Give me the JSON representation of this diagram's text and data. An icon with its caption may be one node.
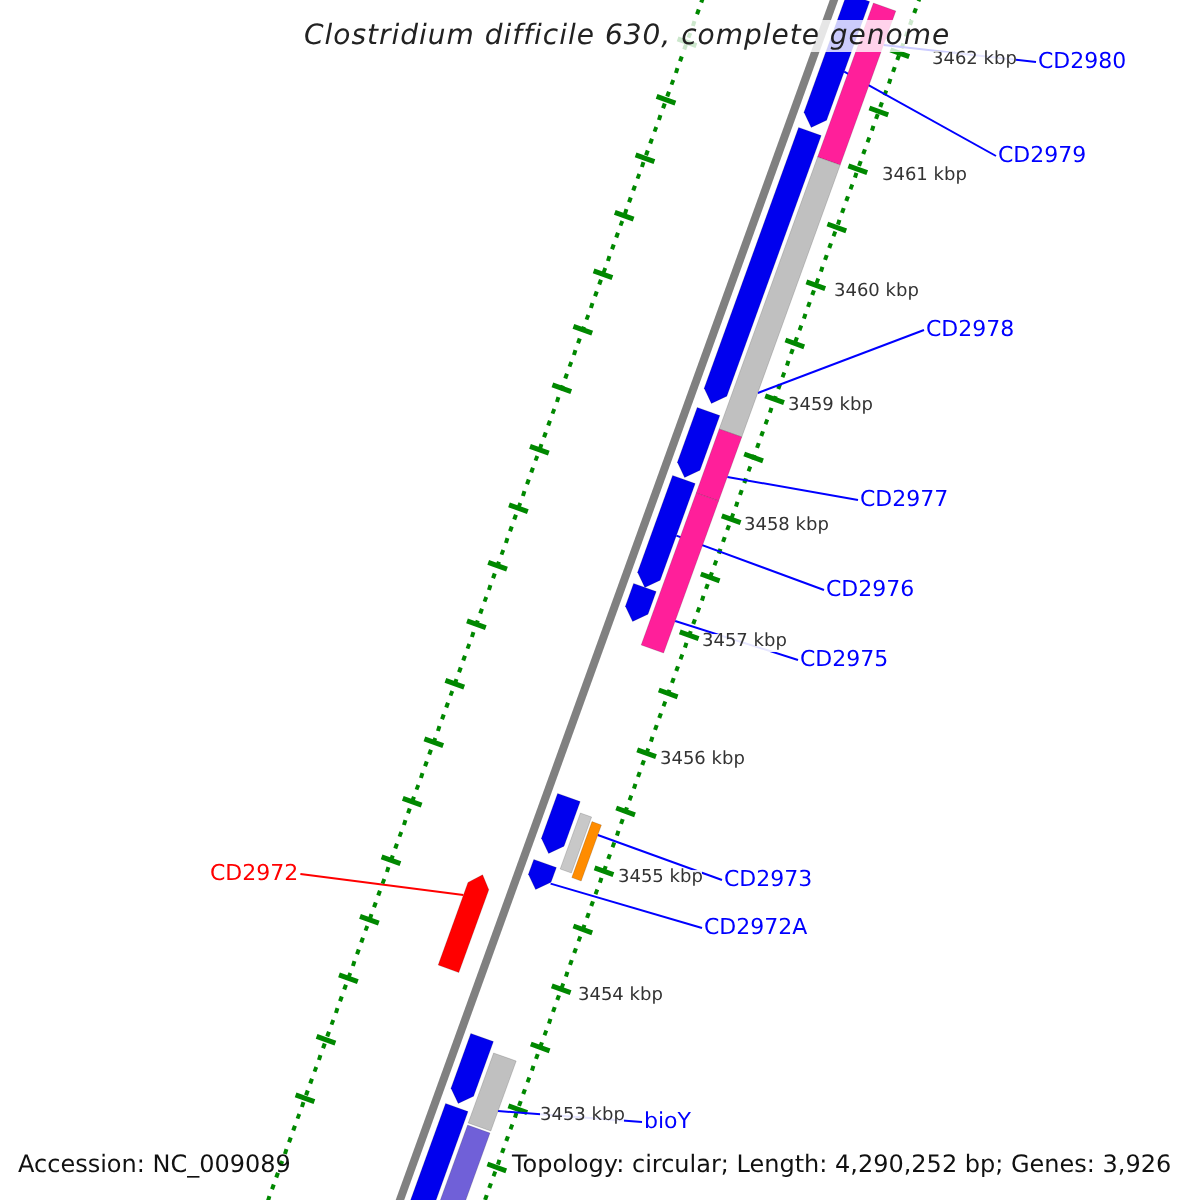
{
  "diagram": {
    "title": "Clostridium difficile 630, complete genome",
    "nodes": [
      {
        "text": [
          "CD2980"
        ]
      },
      {
        "text": [
          "CD2979"
        ]
      },
      {
        "text": [
          "CD2978"
        ]
      },
      {
        "text": [
          "CD2977"
        ]
      },
      {
        "text": [
          "CD2976"
        ]
      },
      {
        "text": [
          "CD2975"
        ]
      },
      {
        "text": [
          "CD2972"
        ]
      },
      {
        "text": [
          "CD2973"
        ]
      },
      {
        "text": [
          "CD2972A"
        ]
      },
      {
        "text": [
          "bioY"
        ]
      },
      {
        "text": [],
        "shape": "bar"
      },
      {
        "text": [],
        "shape": "bar"
      },
      {
        "text": [],
        "shape": "bar"
      },
      {
        "text": [],
        "shape": "bar"
      },
      {
        "text": [],
        "shape": "bar"
      },
      {
        "text": [],
        "shape": "bar"
      },
      {
        "text": [],
        "shape": "bar"
      },
      {
        "text": [],
        "shape": "bar"
      },
      {
        "text": [],
        "shape": "bar"
      },
      {
        "text": [],
        "shape": "bar"
      },
      {
        "text": [],
        "shape": "bar"
      },
      {
        "text": [],
        "shape": "bar"
      },
      {
        "text": [],
        "shape": "bar"
      },
      {
        "text": [],
        "shape": "bar"
      },
      {
        "text": [],
        "shape": "bar"
      },
      {
        "text": [],
        "shape": "bar"
      },
      {
        "text": [],
        "shape": "bar"
      },
      {
        "text": [],
        "shape": "bar"
      }
    ],
    "edges": [
      {
        "from": 0,
        "to": 11,
        "arrow": "none"
      },
      {
        "from": 1,
        "to": 10,
        "arrow": "none"
      },
      {
        "from": 2,
        "to": 13,
        "arrow": "none"
      },
      {
        "from": 3,
        "to": 15,
        "arrow": "none"
      },
      {
        "from": 4,
        "to": 16,
        "arrow": "none"
      },
      {
        "from": 5,
        "to": 17,
        "arrow": "none"
      },
      {
        "from": 6,
        "to": 23,
        "arrow": "none",
        "color": "#ff0000"
      },
      {
        "from": 7,
        "to": 21,
        "arrow": "none"
      },
      {
        "from": 8,
        "to": 22,
        "arrow": "none"
      },
      {
        "from": 9,
        "to": 25,
        "arrow": "none"
      }
    ],
    "labels": [
      "3462 kbp",
      "3461 kbp",
      "3460 kbp",
      "3459 kbp",
      "3458 kbp",
      "3457 kbp",
      "3456 kbp",
      "3455 kbp",
      "3454 kbp",
      "3453 kbp",
      "Accession: NC_009089",
      "Topology: circular; Length: 4,290,252 bp; Genes: 3,926"
    ]
  }
}
